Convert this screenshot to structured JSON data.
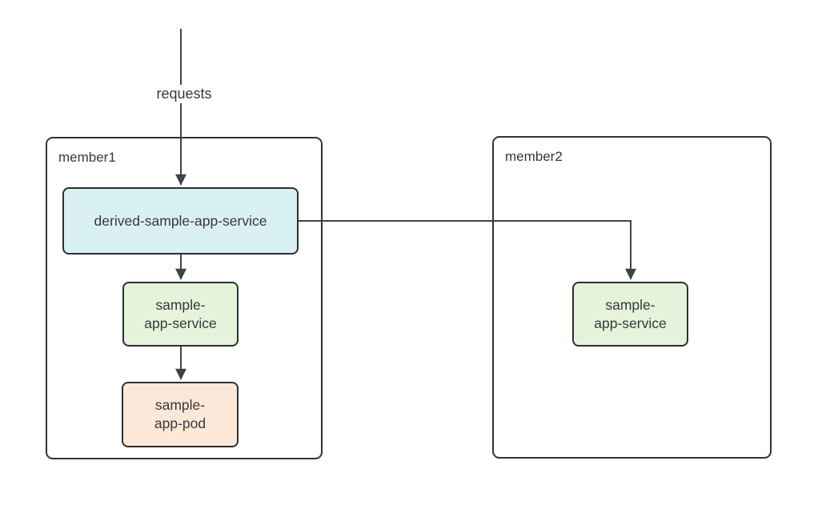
{
  "diagram": {
    "containers": [
      {
        "name": "member1",
        "label": "member1"
      },
      {
        "name": "member2",
        "label": "member2"
      }
    ],
    "nodes": [
      {
        "name": "derived-sample-app-service",
        "label": "derived-sample-app-service",
        "fill": "#daf1f4",
        "container": "member1"
      },
      {
        "name": "sample-app-service-member1",
        "label": "sample-\napp-service",
        "fill": "#e6f3db",
        "container": "member1"
      },
      {
        "name": "sample-app-pod",
        "label": "sample-\napp-pod",
        "fill": "#fbe8d8",
        "container": "member1"
      },
      {
        "name": "sample-app-service-member2",
        "label": "sample-\napp-service",
        "fill": "#e6f3db",
        "container": "member2"
      }
    ],
    "edges": [
      {
        "label": "requests",
        "to": "derived-sample-app-service"
      },
      {
        "from": "derived-sample-app-service",
        "to": "sample-app-service-member1"
      },
      {
        "from": "sample-app-service-member1",
        "to": "sample-app-pod"
      },
      {
        "from": "derived-sample-app-service",
        "to": "sample-app-service-member2"
      }
    ],
    "colors": {
      "line": "#3f4245",
      "node_border": "#2b3033",
      "container_border": "#2d343a",
      "text": "#383838",
      "derived_fill": "#daf1f4",
      "service_fill": "#e6f3db",
      "pod_fill": "#fbe8d8",
      "background": "#ffffff"
    }
  }
}
